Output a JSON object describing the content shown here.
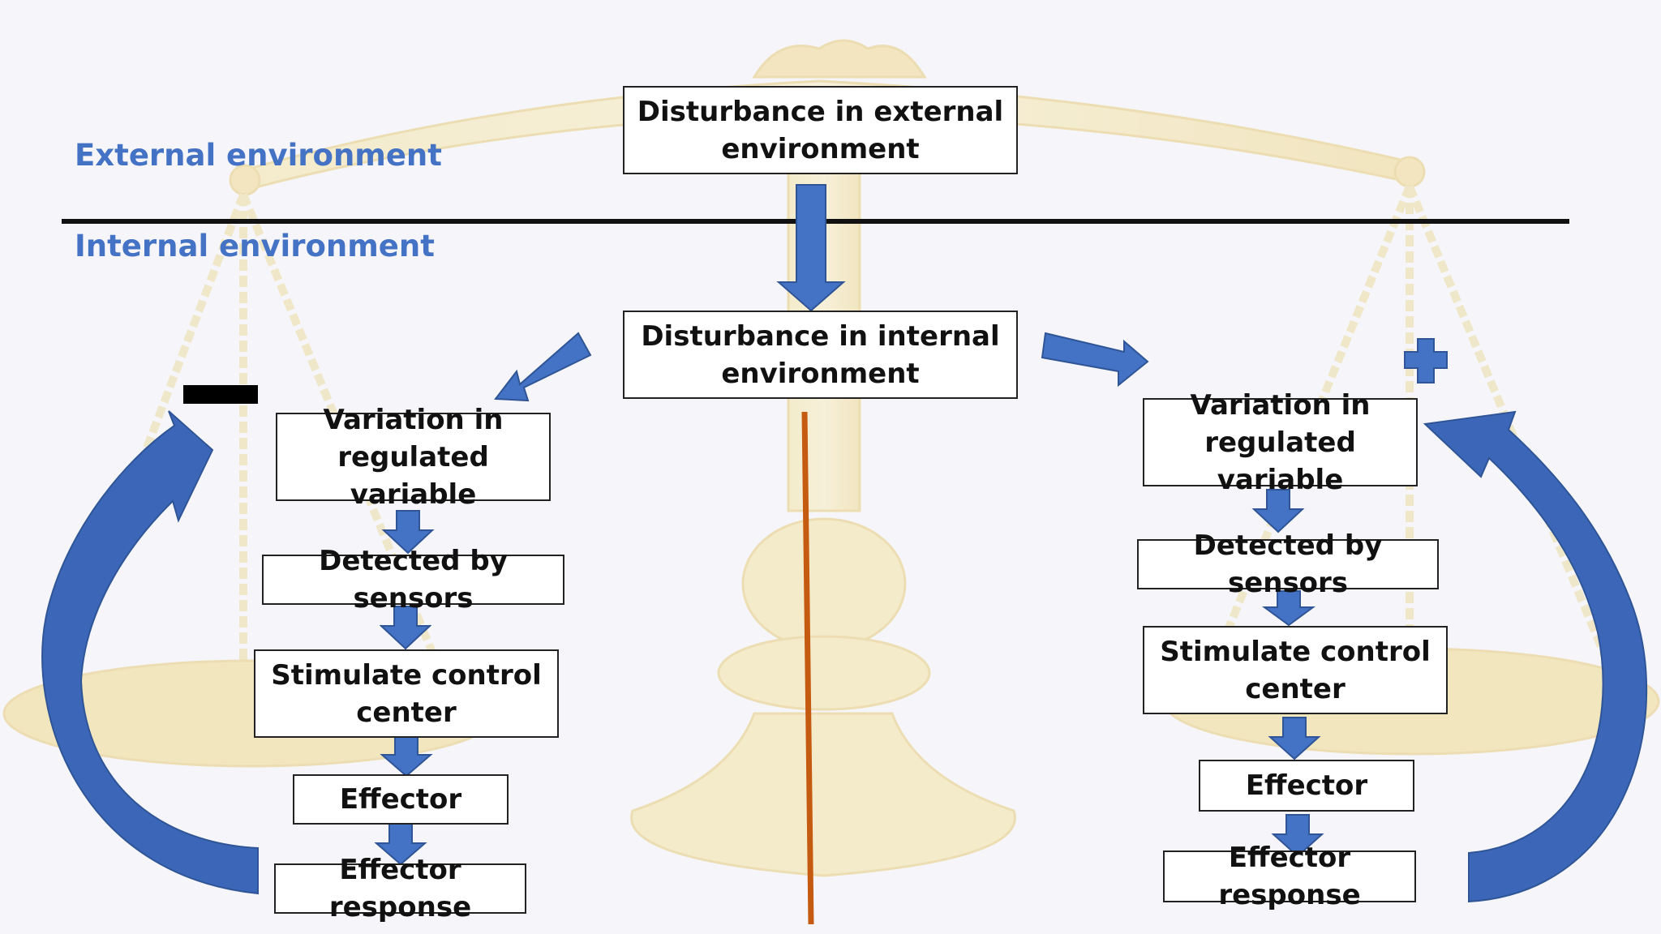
{
  "labels": {
    "external": "External environment",
    "internal": "Internal environment"
  },
  "boxes": {
    "external_disturbance": "Disturbance in external environment",
    "internal_disturbance": "Disturbance in internal environment"
  },
  "left_loop": {
    "sign": "negative",
    "steps": [
      "Variation in regulated variable",
      "Detected by sensors",
      "Stimulate control center",
      "Effector",
      "Effector response"
    ]
  },
  "right_loop": {
    "sign": "positive",
    "steps": [
      "Variation in regulated variable",
      "Detected by sensors",
      "Stimulate control center",
      "Effector",
      "Effector response"
    ]
  },
  "colors": {
    "label_blue": "#4472c4",
    "arrow_blue": "#4472c4",
    "curved_arrow_blue": "#2f5597",
    "center_line": "#c55a11",
    "scale_gold": "#efd890"
  }
}
